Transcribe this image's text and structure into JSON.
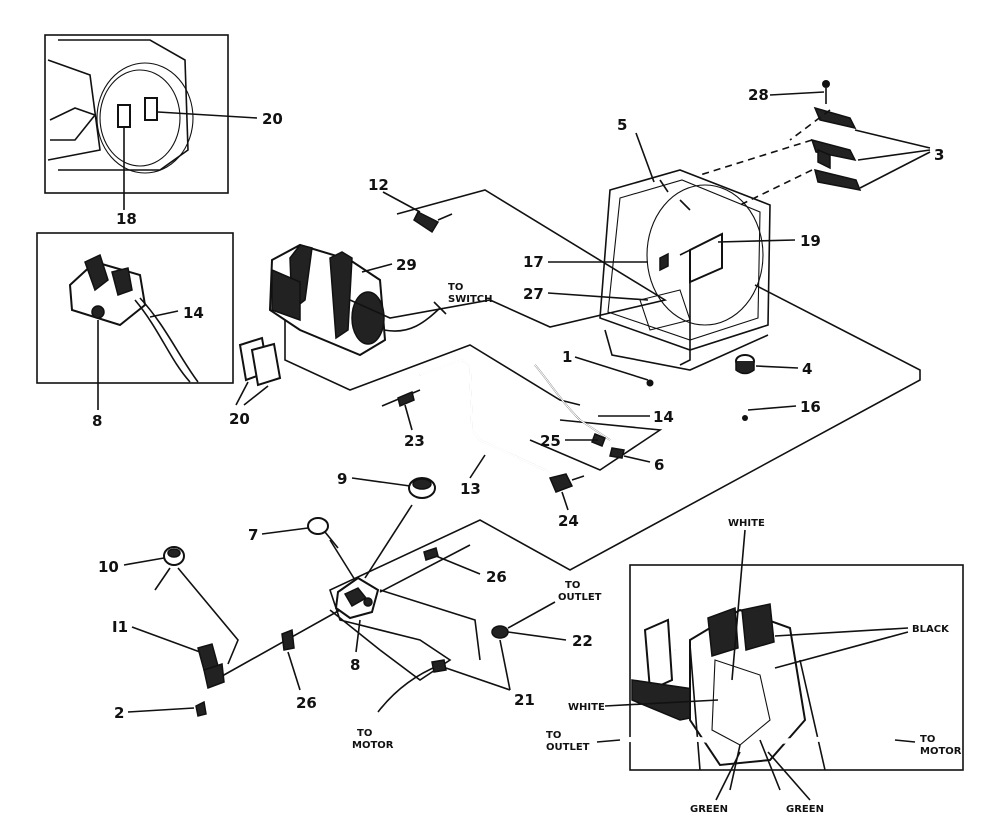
{
  "callouts": {
    "c1": "1",
    "c2": "2",
    "c3": "3",
    "c4": "4",
    "c5": "5",
    "c6": "6",
    "c7": "7",
    "c8a": "8",
    "c8b": "8",
    "c9": "9",
    "c10": "10",
    "c11": "I1",
    "c12": "12",
    "c13": "13",
    "c14a": "14",
    "c14b": "14",
    "c16": "16",
    "c17": "17",
    "c18": "18",
    "c19": "19",
    "c20a": "20",
    "c20b": "20",
    "c21": "21",
    "c22": "22",
    "c23": "23",
    "c24": "24",
    "c25": "25",
    "c26a": "26",
    "c26b": "26",
    "c27": "27",
    "c28": "28",
    "c29": "29"
  },
  "notes": {
    "to_switch": [
      "TO",
      "SWITCH"
    ],
    "to_outlet": [
      "TO",
      "OUTLET"
    ],
    "to_motor": [
      "TO",
      "MOTOR"
    ]
  },
  "wiring_inset": {
    "white_top": "WHITE",
    "black": "BLACK",
    "white_left": "WHITE",
    "to_outlet": [
      "TO",
      "OUTLET"
    ],
    "to_motor": [
      "TO",
      "MOTOR"
    ],
    "green_left": "GREEN",
    "green_right": "GREEN"
  }
}
